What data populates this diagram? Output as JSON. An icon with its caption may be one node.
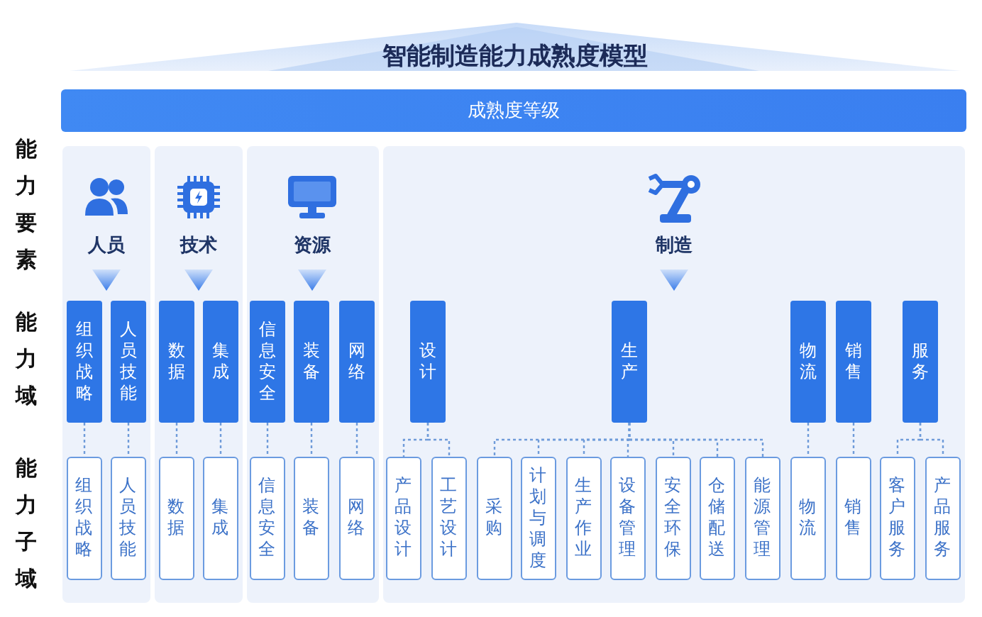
{
  "diagram": {
    "title": "智能制造能力成熟度模型",
    "nodes": [
      {
        "text": [
          "成熟度等级"
        ]
      },
      {
        "text": [],
        "shape": "box"
      },
      {
        "text": [
          "人员"
        ],
        "in": 1
      },
      {
        "text": [
          "组织战略"
        ],
        "in": 1
      },
      {
        "text": [
          "人员技能"
        ],
        "in": 1
      },
      {
        "text": [
          "组织战略"
        ],
        "in": 1
      },
      {
        "text": [
          "人员技能"
        ],
        "in": 1
      },
      {
        "text": [],
        "shape": "box"
      },
      {
        "text": [
          "技术"
        ],
        "in": 7
      },
      {
        "text": [
          "数据"
        ],
        "in": 7
      },
      {
        "text": [
          "集成"
        ],
        "in": 7
      },
      {
        "text": [
          "数据"
        ],
        "in": 7
      },
      {
        "text": [
          "集成"
        ],
        "in": 7
      },
      {
        "text": [],
        "shape": "box"
      },
      {
        "text": [
          "资源"
        ],
        "in": 13
      },
      {
        "text": [
          "信息安全"
        ],
        "in": 13
      },
      {
        "text": [
          "装备"
        ],
        "in": 13
      },
      {
        "text": [
          "网络"
        ],
        "in": 13
      },
      {
        "text": [
          "信息安全"
        ],
        "in": 13
      },
      {
        "text": [
          "装备"
        ],
        "in": 13
      },
      {
        "text": [
          "网络"
        ],
        "in": 13
      },
      {
        "text": [],
        "shape": "box"
      },
      {
        "text": [
          "制造"
        ],
        "in": 21
      },
      {
        "text": [
          "设计"
        ],
        "in": 21
      },
      {
        "text": [
          "生产"
        ],
        "in": 21
      },
      {
        "text": [
          "物流"
        ],
        "in": 21
      },
      {
        "text": [
          "销售"
        ],
        "in": 21
      },
      {
        "text": [
          "服务"
        ],
        "in": 21
      },
      {
        "text": [
          "产品设计"
        ],
        "in": 21
      },
      {
        "text": [
          "工艺设计"
        ],
        "in": 21
      },
      {
        "text": [
          "采购"
        ],
        "in": 21
      },
      {
        "text": [
          "计划与调度"
        ],
        "in": 21
      },
      {
        "text": [
          "生产作业"
        ],
        "in": 21
      },
      {
        "text": [
          "设备管理"
        ],
        "in": 21
      },
      {
        "text": [
          "安全环保"
        ],
        "in": 21
      },
      {
        "text": [
          "仓储配送"
        ],
        "in": 21
      },
      {
        "text": [
          "能源管理"
        ],
        "in": 21
      },
      {
        "text": [
          "物流"
        ],
        "in": 21
      },
      {
        "text": [
          "销售"
        ],
        "in": 21
      },
      {
        "text": [
          "客户服务"
        ],
        "in": 21
      },
      {
        "text": [
          "产品服务"
        ],
        "in": 21
      }
    ],
    "edges": [
      {
        "from": 2,
        "to": null,
        "arrow": "to"
      },
      {
        "from": 8,
        "to": null,
        "arrow": "to"
      },
      {
        "from": 14,
        "to": null,
        "arrow": "to"
      },
      {
        "from": 22,
        "to": null,
        "arrow": "to"
      },
      {
        "from": 3,
        "to": 5,
        "arrow": "none",
        "style": "dashed"
      },
      {
        "from": 4,
        "to": 6,
        "arrow": "none",
        "style": "dashed"
      },
      {
        "from": 9,
        "to": 11,
        "arrow": "none",
        "style": "dashed"
      },
      {
        "from": 10,
        "to": 12,
        "arrow": "none",
        "style": "dashed"
      },
      {
        "from": 15,
        "to": 18,
        "arrow": "none",
        "style": "dashed"
      },
      {
        "from": 16,
        "to": 19,
        "arrow": "none",
        "style": "dashed"
      },
      {
        "from": 17,
        "to": 20,
        "arrow": "none",
        "style": "dashed"
      },
      {
        "from": 23,
        "to": 28,
        "arrow": "none",
        "style": "dashed"
      },
      {
        "from": 23,
        "to": 29,
        "arrow": "none",
        "style": "dashed"
      },
      {
        "from": 24,
        "to": 30,
        "arrow": "none",
        "style": "dashed"
      },
      {
        "from": 24,
        "to": 31,
        "arrow": "none",
        "style": "dashed"
      },
      {
        "from": 24,
        "to": 32,
        "arrow": "none",
        "style": "dashed"
      },
      {
        "from": 24,
        "to": 33,
        "arrow": "none",
        "style": "dashed"
      },
      {
        "from": 24,
        "to": 34,
        "arrow": "none",
        "style": "dashed"
      },
      {
        "from": 24,
        "to": 35,
        "arrow": "none",
        "style": "dashed"
      },
      {
        "from": 24,
        "to": 36,
        "arrow": "none",
        "style": "dashed"
      },
      {
        "from": 25,
        "to": 37,
        "arrow": "none",
        "style": "dashed"
      },
      {
        "from": 26,
        "to": 38,
        "arrow": "none",
        "style": "dashed"
      },
      {
        "from": 27,
        "to": 39,
        "arrow": "none",
        "style": "dashed"
      },
      {
        "from": 27,
        "to": 40,
        "arrow": "none",
        "style": "dashed"
      }
    ],
    "labels": [
      "能力要素",
      "能力域",
      "能力子域"
    ]
  }
}
